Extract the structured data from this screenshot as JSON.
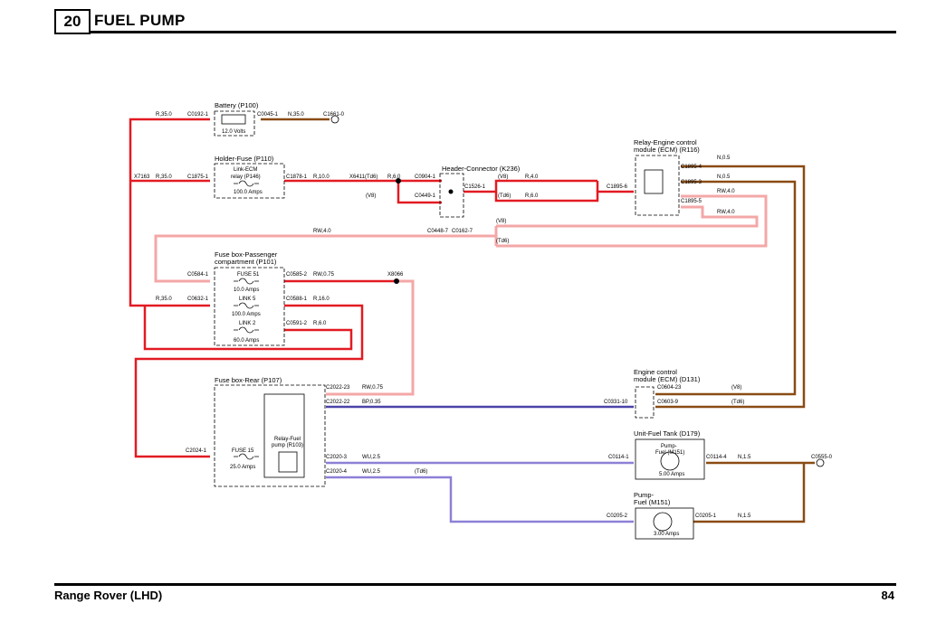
{
  "header": {
    "section_number": "20",
    "title": "FUEL PUMP"
  },
  "footer": {
    "vehicle": "Range Rover (LHD)",
    "page": "84"
  },
  "components": {
    "battery": {
      "title": "Battery (P100)",
      "rating": "12.0 Volts"
    },
    "holder_fuse": {
      "title": "Holder-Fuse (P110)",
      "fuse_name_1": "Link-ECM",
      "fuse_name_2": "relay (P146)",
      "rating": "100.0 Amps"
    },
    "header_connector": {
      "title": "Header-Connector (K236)"
    },
    "relay_ecm": {
      "title_1": "Relay-Engine control",
      "title_2": "module (ECM) (R116)"
    },
    "fusebox_pass": {
      "title_1": "Fuse box-Passenger",
      "title_2": "compartment (P101)",
      "fuse51": "FUSE 51",
      "fuse51_rating": "10.0 Amps",
      "link5": "LINK 5",
      "link5_rating": "100.0 Amps",
      "link2": "LINK 2",
      "link2_rating": "60.0 Amps"
    },
    "fusebox_rear": {
      "title": "Fuse box-Rear (P107)",
      "relay_1": "Relay-Fuel",
      "relay_2": "pump (R103)",
      "fuse15": "FUSE 15",
      "fuse15_rating": "25.0 Amps"
    },
    "ecm": {
      "title_1": "Engine control",
      "title_2": "module (ECM) (D131)"
    },
    "fuel_tank": {
      "title": "Unit-Fuel Tank (D179)",
      "pump_1": "Pump-",
      "pump_2": "Fuel (M151)",
      "rating": "5.00 Amps"
    },
    "pump_fuel": {
      "title_1": "Pump-",
      "title_2": "Fuel (M151)",
      "rating": "3.00 Amps"
    }
  },
  "connectors": {
    "c0192_1": "C0192-1",
    "c0045_1": "C0045-1",
    "c1661_0": "C1661-0",
    "x7163": "X7163",
    "c1875_1": "C1875-1",
    "c1878_1": "C1878-1",
    "x6411": "X6411",
    "c0904_1": "C0904-1",
    "c0449_1": "C0449-1",
    "c1526_1": "C1526-1",
    "c1895_6": "C1895-6",
    "c1895_4": "C1895-4",
    "c1895_3": "C1895-3",
    "c1895_5": "C1895-5",
    "c0448_7": "C0448-7",
    "c0162_7": "C0162-7",
    "c0584_1": "C0584-1",
    "c0585_2": "C0585-2",
    "x8066": "X8066",
    "c0632_1": "C0632-1",
    "c0588_1": "C0588-1",
    "c0591_2": "C0591-2",
    "c2022_23": "C2022-23",
    "c2022_22": "C2022-22",
    "c0331_10": "C0331-10",
    "c0604_23": "C0604-23",
    "c0603_9": "C0603-9",
    "c2024_1": "C2024-1",
    "c2020_3": "C2020-3",
    "c2020_4": "C2020-4",
    "c0114_1": "C0114-1",
    "c0114_4": "C0114-4",
    "c0555_0": "C0555-0",
    "c0205_2": "C0205-2",
    "c0205_1": "C0205-1"
  },
  "wires": {
    "r35_a": "R,35.0",
    "n35": "N,35.0",
    "r35_b": "R,35.0",
    "r10": "R,10.0",
    "td6_a": "(Td6)",
    "r6_a": "R,6.0",
    "v8_a": "(V8)",
    "v8_b": "(V8)",
    "r4": "R,4.0",
    "td6_b": "(Td6)",
    "r6_b": "R,6.0",
    "n05_a": "N,0.5",
    "n05_b": "N,0.5",
    "rw4_a": "RW,4.0",
    "rw4_b": "RW,4.0",
    "v8_c": "(V8)",
    "rw4_c": "RW,4.0",
    "td6_c": "(Td6)",
    "rw075_a": "RW,0.75",
    "r35_c": "R,35.0",
    "r16": "R,16.0",
    "r6_c": "R,6.0",
    "rw075_b": "RW,0.75",
    "bp035": "BP,0.35",
    "v8_d": "(V8)",
    "td6_d": "(Td6)",
    "wu25_a": "WU,2.5",
    "wu25_b": "WU,2.5",
    "td6_e": "(Td6)",
    "n15_a": "N,1.5",
    "n15_b": "N,1.5"
  },
  "colors": {
    "red": "#e21b22",
    "pink": "#f4a7a7",
    "brown": "#8a4b12",
    "blue": "#4a43a8",
    "purple": "#8c80d6"
  }
}
